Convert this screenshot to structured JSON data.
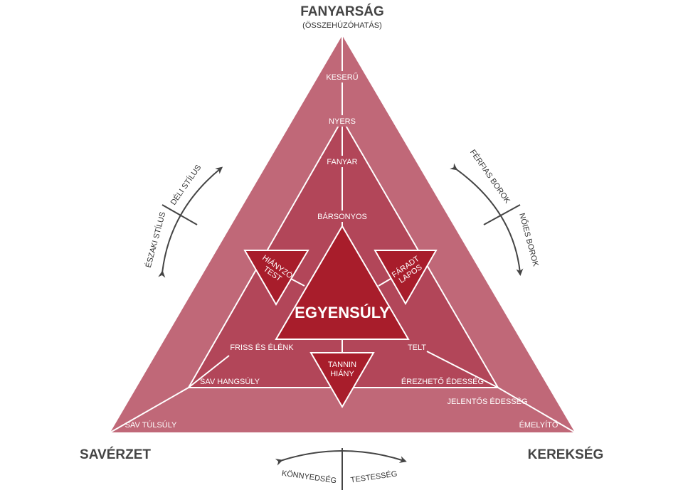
{
  "corners": {
    "top": "FANYARSÁG",
    "top_sub": "(ÖSSZEHÚZÓHATÁS)",
    "left": "SAVÉRZET",
    "right": "KEREKSÉG"
  },
  "center": "EGYENSÚLY",
  "faults": {
    "left_1": "HIÁNYZÓ",
    "left_2": "TEST",
    "right_1": "FÁRADT",
    "right_2": "LAPOS",
    "bottom_1": "TANNIN",
    "bottom_2": "HIÁNY"
  },
  "axis_top": [
    "KESERŰ",
    "NYERS",
    "FANYAR",
    "BÁRSONYOS"
  ],
  "axis_left": [
    "FRISS ÉS ÉLÉNK",
    "SAV HANGSÚLY",
    "SAV TÚLSÚLY"
  ],
  "axis_right": [
    "TELT",
    "ÉREZHETŐ ÉDESSÉG",
    "JELENTŐS ÉDESSÉG",
    "ÉMELYÍTŐ"
  ],
  "arrows": {
    "left_a": "ÉSZAKI STÍLUS",
    "left_b": "DÉLI STÍLUS",
    "right_a": "FÉRFIAS BOROK",
    "right_b": "NŐIES BOROK",
    "bottom_a": "KÖNNYEDSÉG",
    "bottom_b": "TESTESSÉG"
  },
  "colors": {
    "outer": "#c06878",
    "middle": "#b24659",
    "inner": "#a81d2b",
    "arrow": "#444444"
  }
}
